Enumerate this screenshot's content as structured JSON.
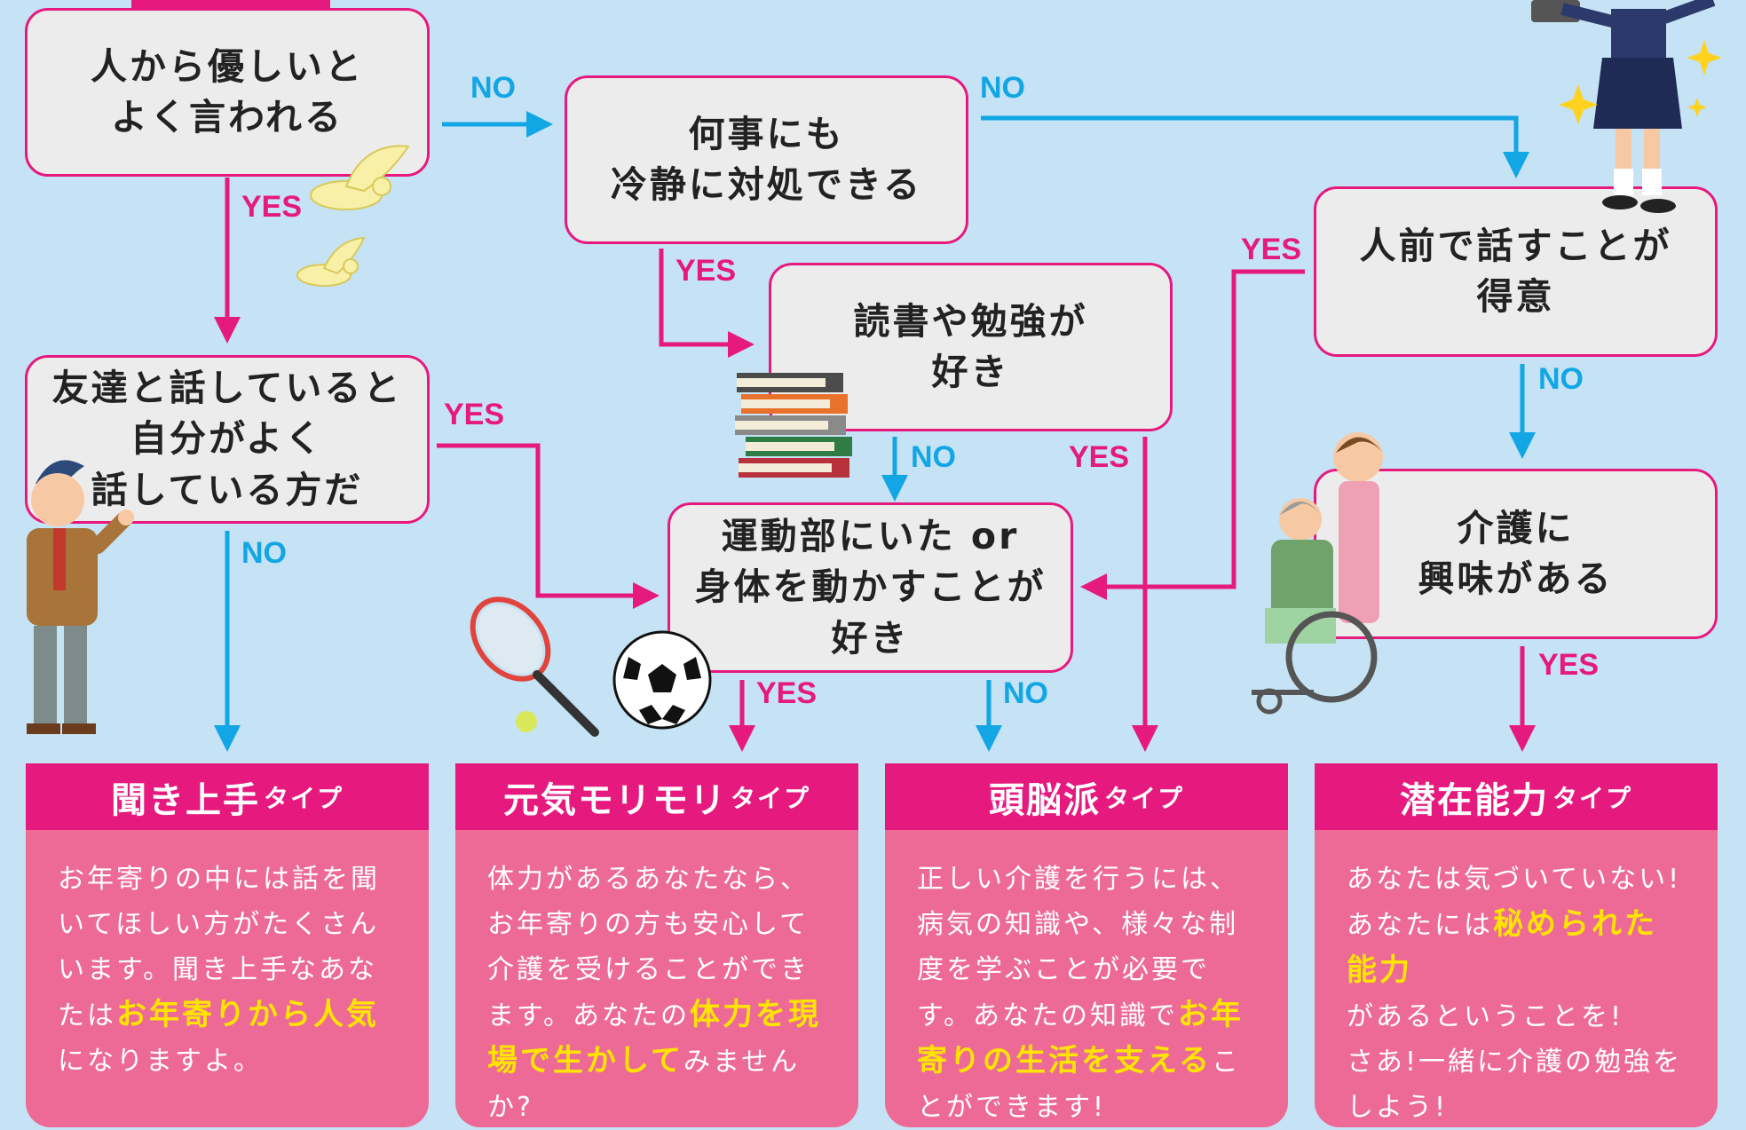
{
  "colors": {
    "background": "#c5e3f4",
    "yes_arrow": "#e6197e",
    "no_arrow": "#12a6e4",
    "box_fill": "#ececec",
    "result_header": "#e6197e",
    "result_body": "#ee6a96",
    "highlight": "#ffe500"
  },
  "questions": {
    "q1": "人から優しいと\nよく言われる",
    "q2": "何事にも\n冷静に対処できる",
    "q3": "読書や勉強が\n好き",
    "q4": "人前で話すことが\n得意",
    "q5": "友達と話していると\n自分がよく\n 話している方だ",
    "q6": "運動部にいた or\n身体を動かすことが\n好き",
    "q7": "介護に\n興味がある"
  },
  "labels": {
    "yes": "YES",
    "no": "NO"
  },
  "results": [
    {
      "title": "聞き上手",
      "suffix": "タイプ",
      "body": [
        {
          "t": "お年寄りの中には話を聞いてほしい方がたくさんいます。聞き上手なあなたは"
        },
        {
          "t": "お年寄りから人気",
          "h": true
        },
        {
          "t": "になりますよ。"
        }
      ]
    },
    {
      "title": "元気モリモリ",
      "suffix": "タイプ",
      "body": [
        {
          "t": "体力があるあなたなら、お年寄りの方も安心して介護を受けることができます。あなたの"
        },
        {
          "t": "体力を現場で生かして",
          "h": true
        },
        {
          "t": "みませんか?"
        }
      ]
    },
    {
      "title": "頭脳派",
      "suffix": "タイプ",
      "body": [
        {
          "t": "正しい介護を行うには、病気の知識や、様々な制度を学ぶことが必要です。あなたの知識で"
        },
        {
          "t": "お年寄りの生活を支える",
          "h": true
        },
        {
          "t": "ことができます!"
        }
      ]
    },
    {
      "title": "潜在能力",
      "suffix": "タイプ",
      "body": [
        {
          "t": "あなたは気づいていない!\nあなたには"
        },
        {
          "t": "秘められた能力",
          "h": true
        },
        {
          "t": "\nがあるということを!\nさあ!一緒に介護の勉強をしよう!"
        }
      ]
    }
  ],
  "illustrations": [
    "dove-illustration",
    "books-illustration",
    "student-illustration",
    "soccer-ball-illustration",
    "tennis-racket-illustration",
    "wheelchair-illustration",
    "schoolgirl-illustration"
  ]
}
